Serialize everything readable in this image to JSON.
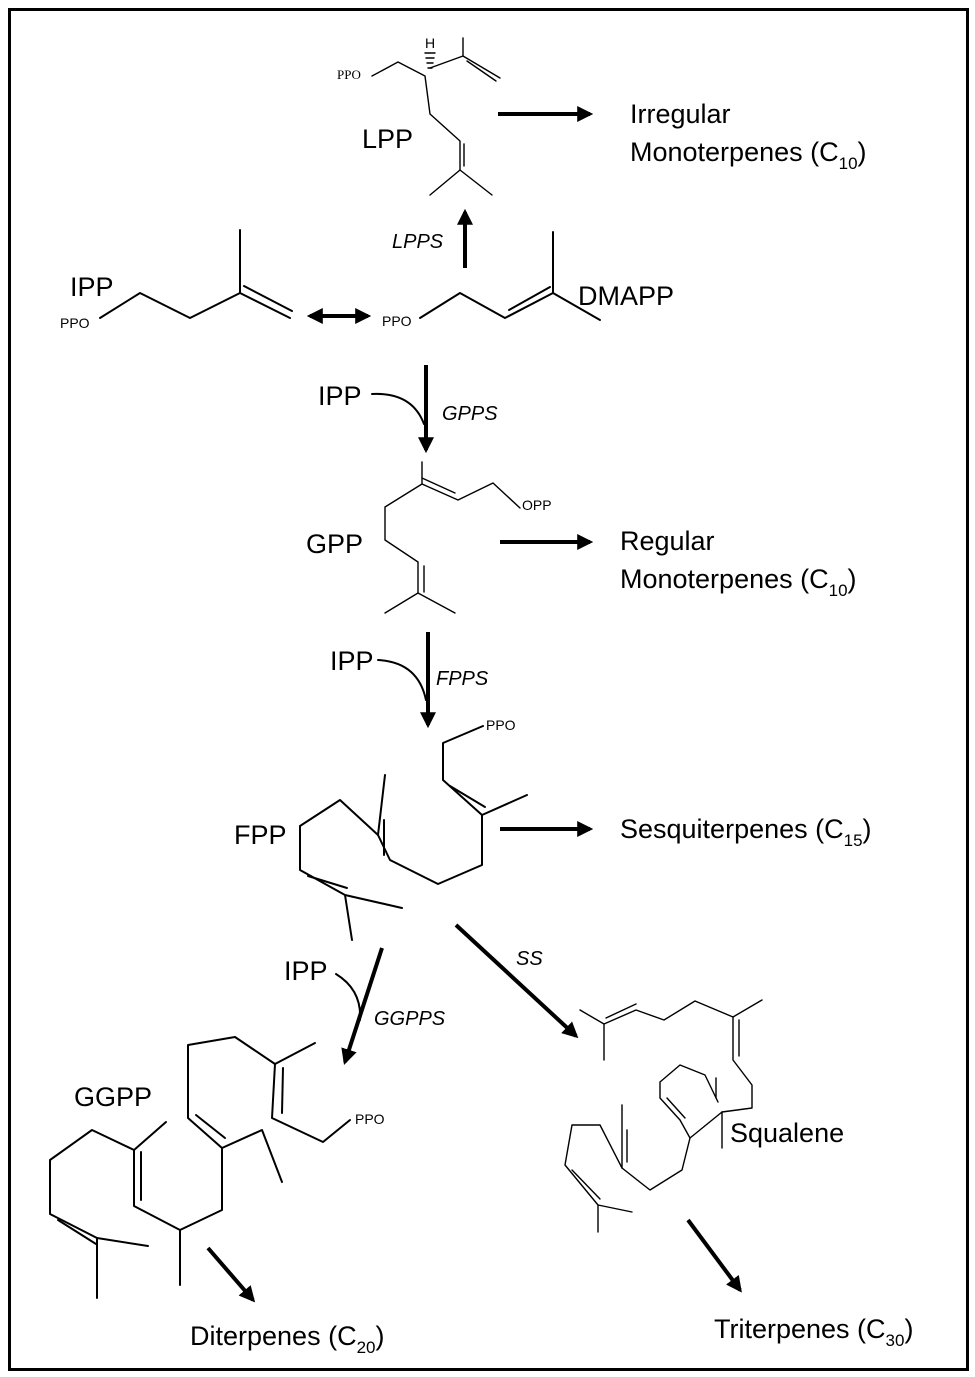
{
  "molecules": {
    "lpp": "LPP",
    "ipp": "IPP",
    "dmapp": "DMAPP",
    "gpp": "GPP",
    "fpp": "FPP",
    "ggpp": "GGPP",
    "squalene": "Squalene"
  },
  "groups": {
    "ppo": "PPO",
    "opp": "OPP",
    "h": "H"
  },
  "enzymes": {
    "lpps": "LPPS",
    "gpps": "GPPS",
    "fpps": "FPPS",
    "ggpps": "GGPPS",
    "ss": "SS"
  },
  "cosubstrate": "IPP",
  "products": {
    "irregular_line1": "Irregular",
    "irregular_line2": "Monoterpenes (C",
    "irregular_sub": "10",
    "regular_line1": "Regular",
    "regular_line2": "Monoterpenes (C",
    "regular_sub": "10",
    "sesqui": "Sesquiterpenes (C",
    "sesqui_sub": "15",
    "di": "Diterpenes (C",
    "di_sub": "20",
    "tri": "Triterpenes (C",
    "tri_sub": "30",
    "close": ")"
  },
  "colors": {
    "ink": "#000000",
    "background": "#ffffff"
  }
}
